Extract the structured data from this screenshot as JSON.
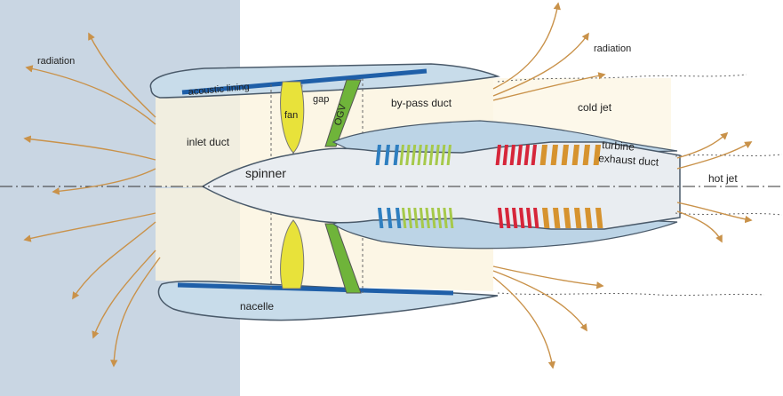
{
  "labels": {
    "radiation_left": "radiation",
    "radiation_right": "radiation",
    "acoustic_lining": "acoustic lining",
    "fan": "fan",
    "gap": "gap",
    "ogv": "OGV",
    "bypass_duct": "by-pass duct",
    "cold_jet": "cold jet",
    "inlet_duct": "inlet duct",
    "spinner": "spinner",
    "turbine": "turbine",
    "exhaust_duct": "exhaust duct",
    "hot_jet": "hot jet",
    "nacelle": "nacelle"
  },
  "colors": {
    "left_panel": "#c9d6e3",
    "nacelle_fill": "#c8dcea",
    "nacelle_stroke": "#4a5a6a",
    "lining": "#1f5fa8",
    "fan": "#e8e23a",
    "ogv": "#6fb43a",
    "arrow": "#c9924a",
    "duct_tint": "#fbf4df",
    "core_fill": "#bcd4e6",
    "spinner_fill": "#e9edf1",
    "compressor_blue": "#2f7fc0",
    "compressor_green": "#a6c94a",
    "combustor_red": "#d6263a",
    "turbine_orange": "#d6932f"
  }
}
